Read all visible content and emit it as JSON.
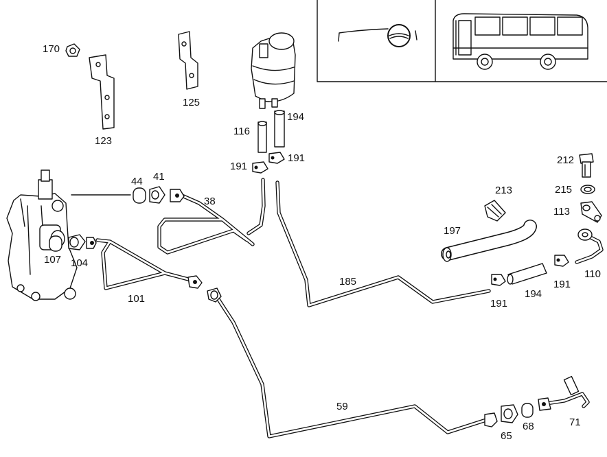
{
  "diagram": {
    "labels": {
      "p38": "38",
      "p41": "41",
      "p44": "44",
      "p59": "59",
      "p65": "65",
      "p68": "68",
      "p71": "71",
      "p101": "101",
      "p104": "104",
      "p107": "107",
      "p110": "110",
      "p113": "113",
      "p116": "116",
      "p123": "123",
      "p125": "125",
      "p170": "170",
      "p185": "185",
      "p191a": "191",
      "p191b": "191",
      "p191c": "191",
      "p191d": "191",
      "p194a": "194",
      "p194b": "194",
      "p197": "197",
      "p212": "212",
      "p213": "213",
      "p215": "215"
    }
  }
}
